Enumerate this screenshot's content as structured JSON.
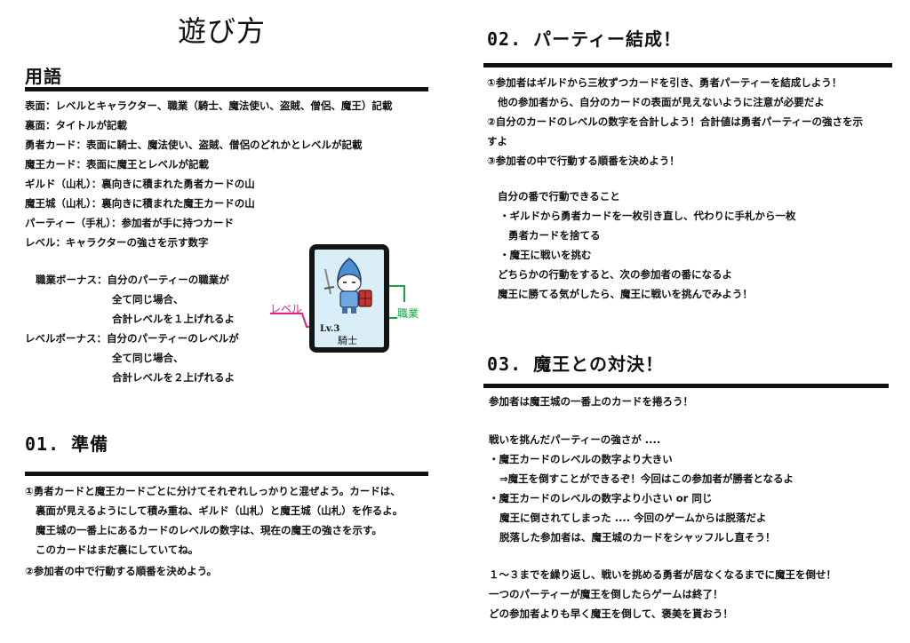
{
  "title": "遊び方",
  "glossary": {
    "heading": "用語",
    "lines": [
      "表面：レベルとキャラクター、職業（騎士、魔法使い、盗賊、僧侶、魔王）記載",
      "裏面：タイトルが記載",
      "勇者カード：表面に騎士、魔法使い、盗賊、僧侶のどれかとレベルが記載",
      "魔王カード：表面に魔王とレベルが記載",
      "ギルド（山札）：裏向きに積まれた勇者カードの山",
      "魔王城（山札）：裏向きに積まれた魔王カードの山",
      "パーティー（手札）：参加者が手に持つカード",
      "レベル：キャラクターの強さを示す数字"
    ],
    "bonus_lines": [
      "職業ボーナス：自分のパーティーの職業が",
      "全て同じ場合、",
      "合計レベルを１上げれるよ",
      "レベルボーナス：自分のパーティーのレベルが",
      "全て同じ場合、",
      "合計レベルを２上げれるよ"
    ]
  },
  "card_diagram": {
    "label_level": "レベル",
    "label_job": "職業",
    "card_level": "Lv.3",
    "card_job": "騎士",
    "level_color": "#e0218a",
    "job_color": "#1aa14a"
  },
  "section01": {
    "heading": "01. 準備",
    "lines": [
      "①勇者カードと魔王カードごとに分けてそれぞれしっかりと混ぜよう。カードは、",
      "裏面が見えるようにして積み重ね、ギルド（山札）と魔王城（山札）を作るよ。",
      "魔王城の一番上にあるカードのレベルの数字は、現在の魔王の強さを示す。",
      "このカードはまだ裏にしていてね。",
      "②参加者の中で行動する順番を決めよう。"
    ]
  },
  "section02": {
    "heading": "02. パーティー結成！",
    "lines": [
      "①参加者はギルドから三枚ずつカードを引き、勇者パーティーを結成しよう！",
      "他の参加者から、自分のカードの表面が見えないように注意が必要だよ",
      "②自分のカードのレベルの数字を合計しよう！合計値は勇者パーティーの強さを示",
      "すよ",
      "③参加者の中で行動する順番を決めよう！",
      "自分の番で行動できること",
      "・ギルドから勇者カードを一枚引き直し、代わりに手札から一枚",
      "勇者カードを捨てる",
      "・魔王に戦いを挑む",
      "どちらかの行動をすると、次の参加者の番になるよ",
      "魔王に勝てる気がしたら、魔王に戦いを挑んでみよう！"
    ]
  },
  "section03": {
    "heading": "03. 魔王との対決！",
    "lines": [
      "参加者は魔王城の一番上のカードを捲ろう！",
      "戦いを挑んだパーティーの強さが ....",
      "・魔王カードのレベルの数字より大きい",
      "⇒魔王を倒すことができるぞ！今回はこの参加者が勝者となるよ",
      "・魔王カードのレベルの数字より小さい or 同じ",
      "魔王に倒されてしまった ....  今回のゲームからは脱落だよ",
      "脱落した参加者は、魔王城のカードをシャッフルし直そう！",
      "１～３までを繰り返し、戦いを挑める勇者が居なくなるまでに魔王を倒せ！",
      "一つのパーティーが魔王を倒したらゲームは終了！",
      "どの参加者よりも早く魔王を倒して、褒美を貰おう！"
    ]
  }
}
